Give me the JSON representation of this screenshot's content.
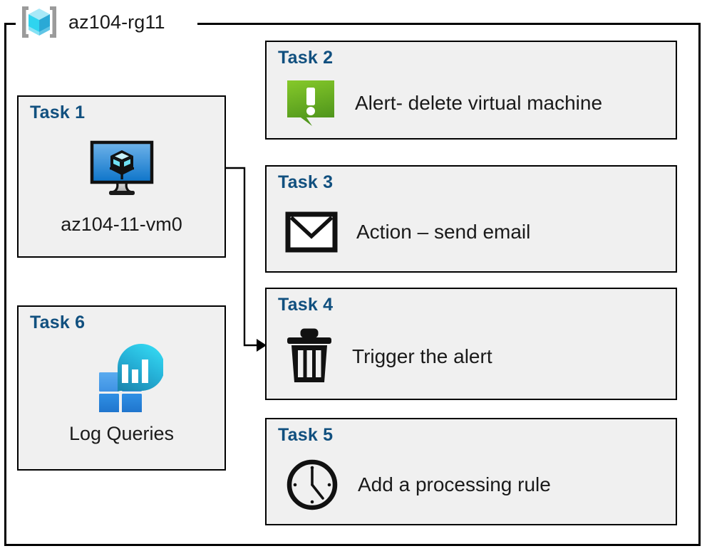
{
  "resource_group": {
    "name": "az104-rg11",
    "icon": "resource-group-cube-icon",
    "border_color": "#000000"
  },
  "theme": {
    "task_label_color": "#11507f",
    "box_fill": "#f0f0f0",
    "box_border": "#000000",
    "alert_green_light": "#7dc324",
    "alert_green_dark": "#4f951c",
    "azure_blue_light": "#5ba7e7",
    "azure_blue_dark": "#0f78cd",
    "log_cyan": "#32d3ee",
    "log_teal": "#1b8fb5",
    "log_square_blue": "#2a8de0",
    "cube_cyan": "#2fd4ef"
  },
  "connector": {
    "from": "task1-vm-icon",
    "to": "task4-box",
    "arrowhead": "right-triangle"
  },
  "tasks": [
    {
      "id": "task1",
      "label": "Task 1",
      "caption": "az104-11-vm0",
      "icon": "virtual-machine-icon",
      "column": "left"
    },
    {
      "id": "task2",
      "label": "Task 2",
      "caption": "Alert- delete virtual machine",
      "icon": "alert-exclamation-icon",
      "column": "right"
    },
    {
      "id": "task3",
      "label": "Task 3",
      "caption": "Action – send email",
      "icon": "envelope-icon",
      "column": "right"
    },
    {
      "id": "task4",
      "label": "Task 4",
      "caption": "Trigger the alert",
      "icon": "trash-can-icon",
      "column": "right"
    },
    {
      "id": "task5",
      "label": "Task 5",
      "caption": "Add a processing rule",
      "icon": "clock-icon",
      "column": "right"
    },
    {
      "id": "task6",
      "label": "Task 6",
      "caption": "Log Queries",
      "icon": "log-analytics-icon",
      "column": "left"
    }
  ]
}
